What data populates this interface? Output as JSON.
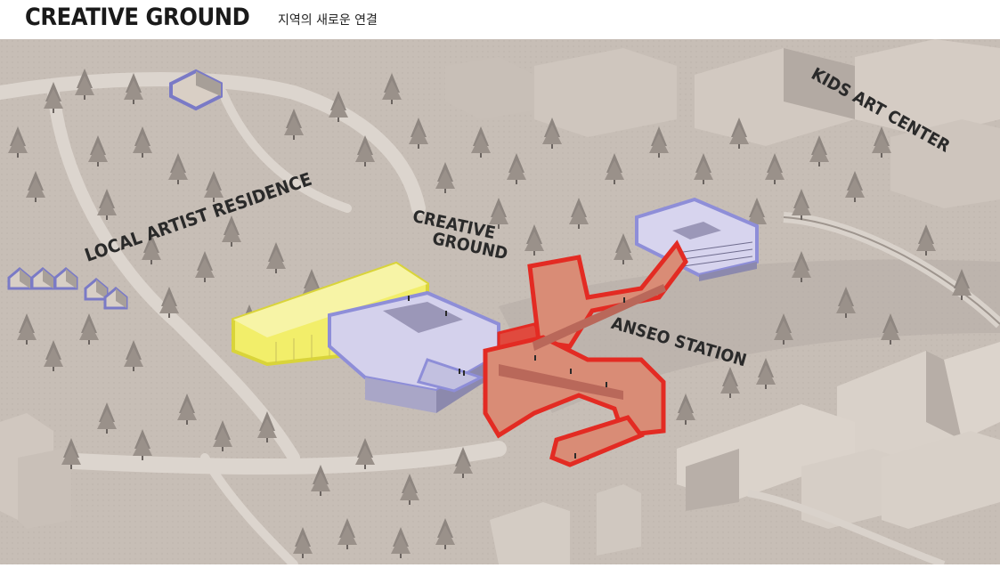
{
  "header": {
    "title": "CREATIVE GROUND",
    "subtitle": "지역의 새로운 연결"
  },
  "map": {
    "labels": {
      "local_artist_residence": "LOCAL ARTIST RESIDENCE",
      "creative_ground_line1": "CREATIVE",
      "creative_ground_line2": "GROUND",
      "anseo_station": "ANSEO STATION",
      "kids_art_center": "KIDS ART CENTER"
    },
    "colors": {
      "ground": "#c9c0b8",
      "road": "#d8d1ca",
      "tree": "#8e8680",
      "residence_outline": "#7a7ac6",
      "creative_ground_yellow": "#f2ee6a",
      "creative_ground_blue": "#8e8ed8",
      "station_red": "#e32b23",
      "station_fill": "#d98c76"
    }
  }
}
